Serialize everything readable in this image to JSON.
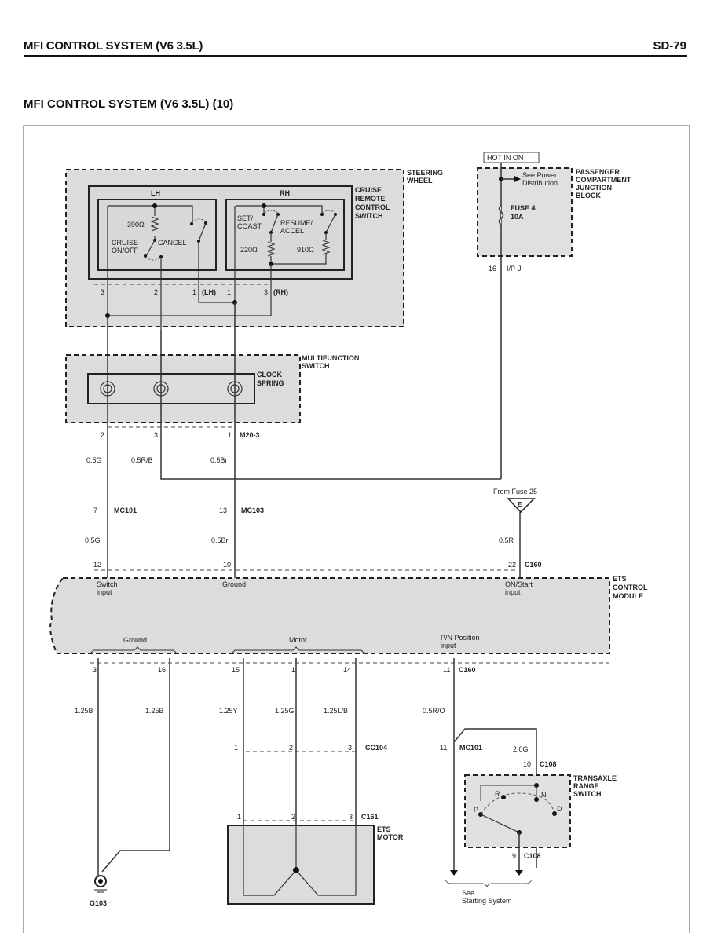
{
  "header": {
    "title": "MFI CONTROL SYSTEM (V6 3.5L)",
    "page": "SD-79"
  },
  "subtitle": "MFI CONTROL SYSTEM (V6 3.5L) (10)",
  "steering_wheel": {
    "label": [
      "STEERING",
      "WHEEL"
    ],
    "cruise_switch_label": [
      "CRUISE",
      "REMOTE",
      "CONTROL",
      "SWITCH"
    ],
    "lh": {
      "title": "LH",
      "resistor": "390Ω",
      "switch1": [
        "CRUISE",
        "ON/OFF"
      ],
      "switch2": "CANCEL"
    },
    "rh": {
      "title": "RH",
      "switch1": [
        "SET/",
        "COAST"
      ],
      "switch2": [
        "RESUME/",
        "ACCEL"
      ],
      "resistor1": "220Ω",
      "resistor2": "910Ω"
    },
    "pins": [
      "3",
      "2",
      "1",
      "(LH)",
      "1",
      "3",
      "(RH)"
    ]
  },
  "junction_block": {
    "hot_label": "HOT IN ON",
    "label": [
      "PASSENGER",
      "COMPARTMENT",
      "JUNCTION",
      "BLOCK"
    ],
    "see_power": [
      "See Power",
      "Distribution"
    ],
    "fuse": [
      "FUSE 4",
      "10A"
    ],
    "pin": "16",
    "connector": "I/P-J"
  },
  "multifunction": {
    "label": [
      "MULTIFUNCTION",
      "SWITCH"
    ],
    "clock_spring": [
      "CLOCK",
      "SPRING"
    ],
    "pins": [
      "2",
      "3",
      "1"
    ],
    "connector": "M20-3"
  },
  "wires_upper": [
    "0.5G",
    "0.5R/B",
    "0.5Br"
  ],
  "mc101": {
    "pin": "7",
    "name": "MC101"
  },
  "mc103": {
    "pin": "13",
    "name": "MC103"
  },
  "wires_mid": [
    "0.5G",
    "0.5Br",
    "0.5R"
  ],
  "fuse25": {
    "label": "From Fuse 25",
    "letter": "E"
  },
  "ets_module": {
    "label": [
      "ETS",
      "CONTROL",
      "MODULE"
    ],
    "top_pins": [
      "12",
      "10",
      "22"
    ],
    "top_connector": "C160",
    "switch_input": [
      "Switch",
      "input"
    ],
    "ground": "Ground",
    "on_start": [
      "ON/Start",
      "input"
    ],
    "ground_group": "Ground",
    "motor_group": "Motor",
    "pn_position": [
      "P/N Position",
      "input"
    ],
    "bottom_pins": [
      "3",
      "16",
      "15",
      "1",
      "14",
      "11"
    ],
    "bottom_connector": "C160"
  },
  "wires_lower": [
    "1.25B",
    "1.25B",
    "1.25Y",
    "1.25G",
    "1.25L/B",
    "0.5R/O"
  ],
  "cc104": {
    "pins": [
      "1",
      "2",
      "3"
    ],
    "name": "CC104"
  },
  "mc101_lower": {
    "pin": "11",
    "name": "MC101"
  },
  "wire_2_0g": "2.0G",
  "c108_top": {
    "pin": "10",
    "name": "C108"
  },
  "transaxle": {
    "label": [
      "TRANSAXLE",
      "RANGE",
      "SWITCH"
    ],
    "positions": [
      "P",
      "R",
      "N",
      "D"
    ]
  },
  "c108_bottom": {
    "pin": "9",
    "name": "C108"
  },
  "ets_motor": {
    "label": [
      "ETS",
      "MOTOR"
    ],
    "pins": [
      "1",
      "2",
      "3"
    ],
    "connector": "C161"
  },
  "ground": {
    "name": "G103"
  },
  "see_starting": [
    "See",
    "Starting System"
  ]
}
